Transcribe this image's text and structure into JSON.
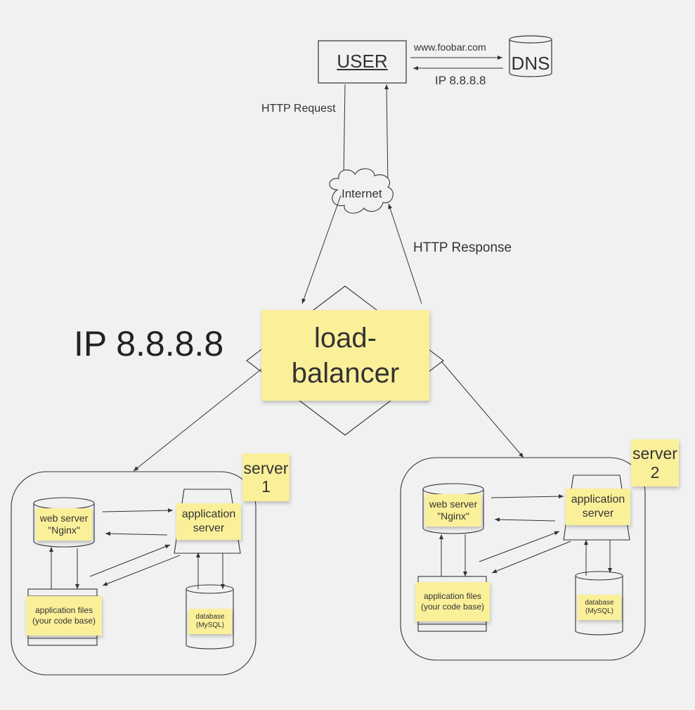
{
  "user": {
    "label": "USER"
  },
  "dns": {
    "label": "DNS",
    "query_label": "www.foobar.com",
    "reply_label": "IP 8.8.8.8"
  },
  "flow": {
    "request_label": "HTTP Request",
    "response_label": "HTTP Response"
  },
  "internet": {
    "label": "Internet"
  },
  "load_balancer": {
    "ip_label": "IP 8.8.8.8",
    "label_line1": "load-",
    "label_line2": "balancer"
  },
  "server1": {
    "tag_line1": "server",
    "tag_line2": "1",
    "web_server": {
      "line1": "web server",
      "line2": "\"Nginx\""
    },
    "app_server": {
      "line1": "application",
      "line2": "server"
    },
    "app_files": {
      "line1": "application files",
      "line2": "(your code base)"
    },
    "database": {
      "line1": "database",
      "line2": "(MySQL)"
    }
  },
  "server2": {
    "tag_line1": "server",
    "tag_line2": "2",
    "web_server": {
      "line1": "web server",
      "line2": "\"Nginx\""
    },
    "app_server": {
      "line1": "application",
      "line2": "server"
    },
    "app_files": {
      "line1": "application files",
      "line2": "(your code base)"
    },
    "database": {
      "line1": "database",
      "line2": "(MySQL)"
    }
  },
  "colors": {
    "background": "#f1f1f1",
    "sticky": "#fbf09a",
    "line": "#333333"
  }
}
